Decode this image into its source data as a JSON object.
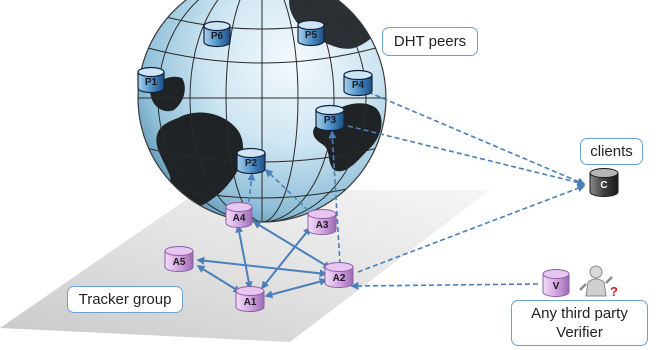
{
  "labels": {
    "dht_peers": "DHT peers",
    "clients": "clients",
    "tracker_group": "Tracker group",
    "verifier_line1": "Any third party",
    "verifier_line2": "Verifier"
  },
  "nodes": {
    "p1": "P1",
    "p2": "P2",
    "p3": "P3",
    "p4": "P4",
    "p5": "P5",
    "p6": "P6",
    "a1": "A1",
    "a2": "A2",
    "a3": "A3",
    "a4": "A4",
    "a5": "A5",
    "c": "C",
    "v": "V"
  },
  "icons": {
    "verifier_figure": "question-mark-person-icon"
  },
  "colors": {
    "peer_fill": "#4f93c9",
    "tracker_fill": "#cc99dd",
    "client_fill": "#4a4a4a",
    "verifier_fill": "#cc99dd",
    "arrow": "#4a7fba",
    "callout_border": "#6fa0cf",
    "plane": "#dcdcdc"
  }
}
